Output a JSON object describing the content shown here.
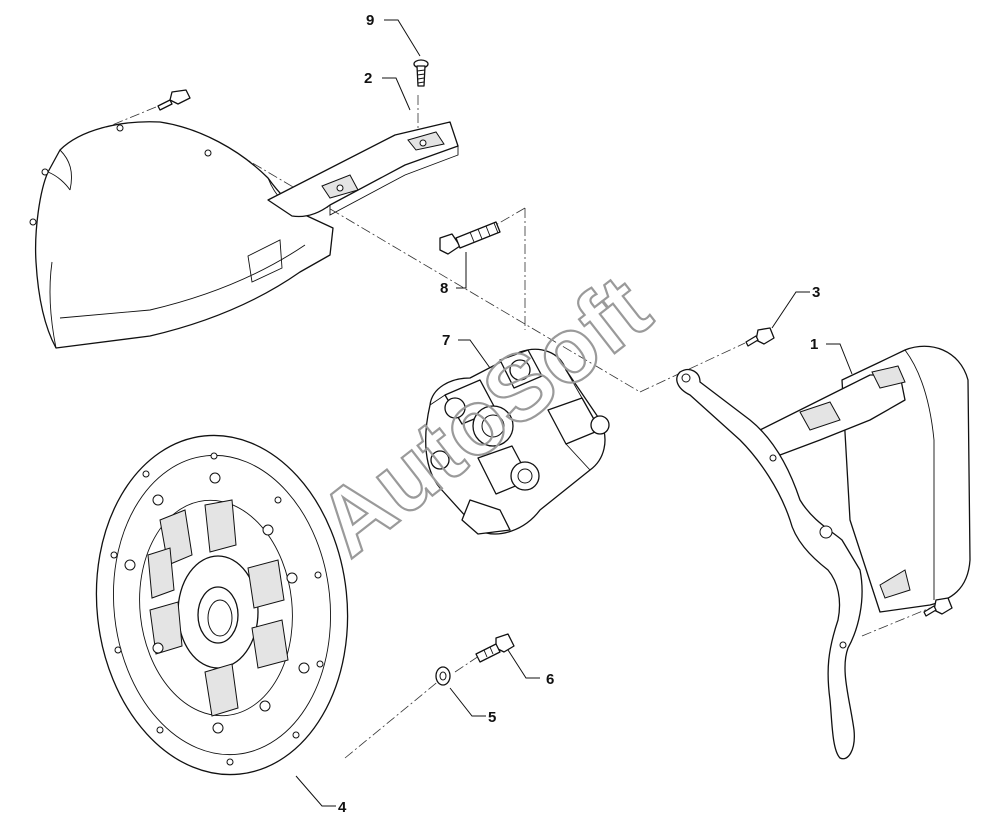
{
  "callouts": [
    {
      "id": "1",
      "text": "1"
    },
    {
      "id": "2",
      "text": "2"
    },
    {
      "id": "3",
      "text": "3"
    },
    {
      "id": "4",
      "text": "4"
    },
    {
      "id": "5",
      "text": "5"
    },
    {
      "id": "6",
      "text": "6"
    },
    {
      "id": "7",
      "text": "7"
    },
    {
      "id": "8",
      "text": "8"
    },
    {
      "id": "9",
      "text": "9"
    }
  ],
  "watermark": {
    "text": "AutoSoft"
  }
}
